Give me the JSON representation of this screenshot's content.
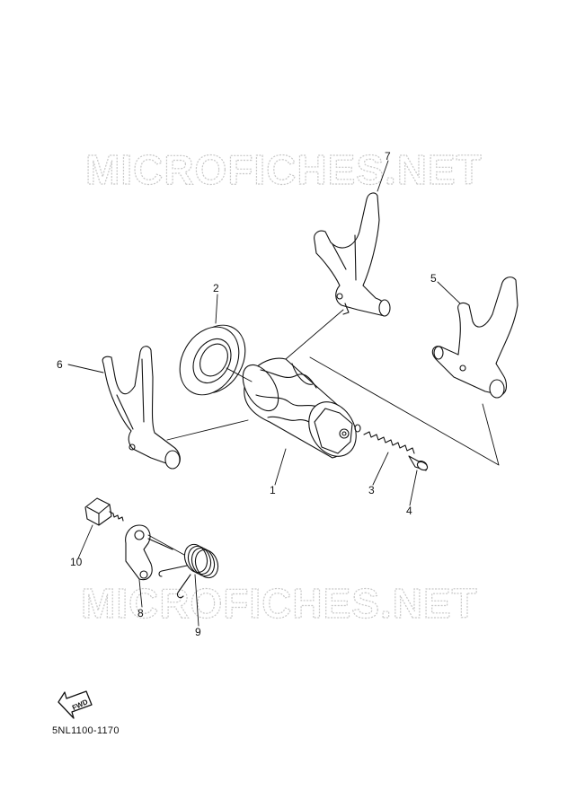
{
  "watermark": {
    "text": "MICROFICHES.NET"
  },
  "callouts": {
    "c1": "1",
    "c2": "2",
    "c3": "3",
    "c4": "4",
    "c5": "5",
    "c6": "6",
    "c7": "7",
    "c8": "8",
    "c9": "9",
    "c10": "10"
  },
  "fwd_label": "FWD",
  "part_code": "5NL1100-1170",
  "colors": {
    "line": "#111111",
    "watermark": "#c8c8c8",
    "background": "#ffffff"
  }
}
